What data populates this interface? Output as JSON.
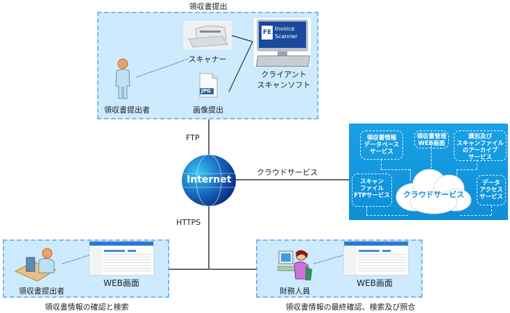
{
  "diagram": {
    "top_group": {
      "title": "領収書提出",
      "submitter_label": "領収書提出者",
      "scanner_label": "スキャナー",
      "image_label": "画像提出",
      "jpg_badge": "JPG",
      "client_label_line1": "クライアント",
      "client_label_line2": "スキャンソフト",
      "screen_text_line1": "Invoice",
      "screen_text_line2": "Scanner",
      "screen_logo": "FE"
    },
    "internet": {
      "label": "Internet",
      "ftp_label": "FTP",
      "https_label": "HTTPS",
      "cloud_link_label": "クラウドサービス"
    },
    "cloud_panel": {
      "center_label": "クラウドサービス",
      "services": [
        {
          "lines": [
            "領収書情報",
            "データベース",
            "サービス"
          ]
        },
        {
          "lines": [
            "領収書管理",
            "WEB画面"
          ]
        },
        {
          "lines": [
            "識別及び",
            "スキャンファイル",
            "のアーカイブ",
            "サービス"
          ]
        },
        {
          "lines": [
            "スキャン",
            "ファイル",
            "FTPサービス"
          ]
        },
        {
          "lines": [
            "データ",
            "アクセス",
            "サービス"
          ]
        }
      ]
    },
    "bottom_left_group": {
      "user_label": "領収書提出者",
      "web_label": "WEB画面",
      "caption": "領収書情報の確認と検索"
    },
    "bottom_right_group": {
      "user_label": "財務人員",
      "web_label": "WEB画面",
      "caption": "領収書情報の最終確認、検索及び照合"
    }
  }
}
